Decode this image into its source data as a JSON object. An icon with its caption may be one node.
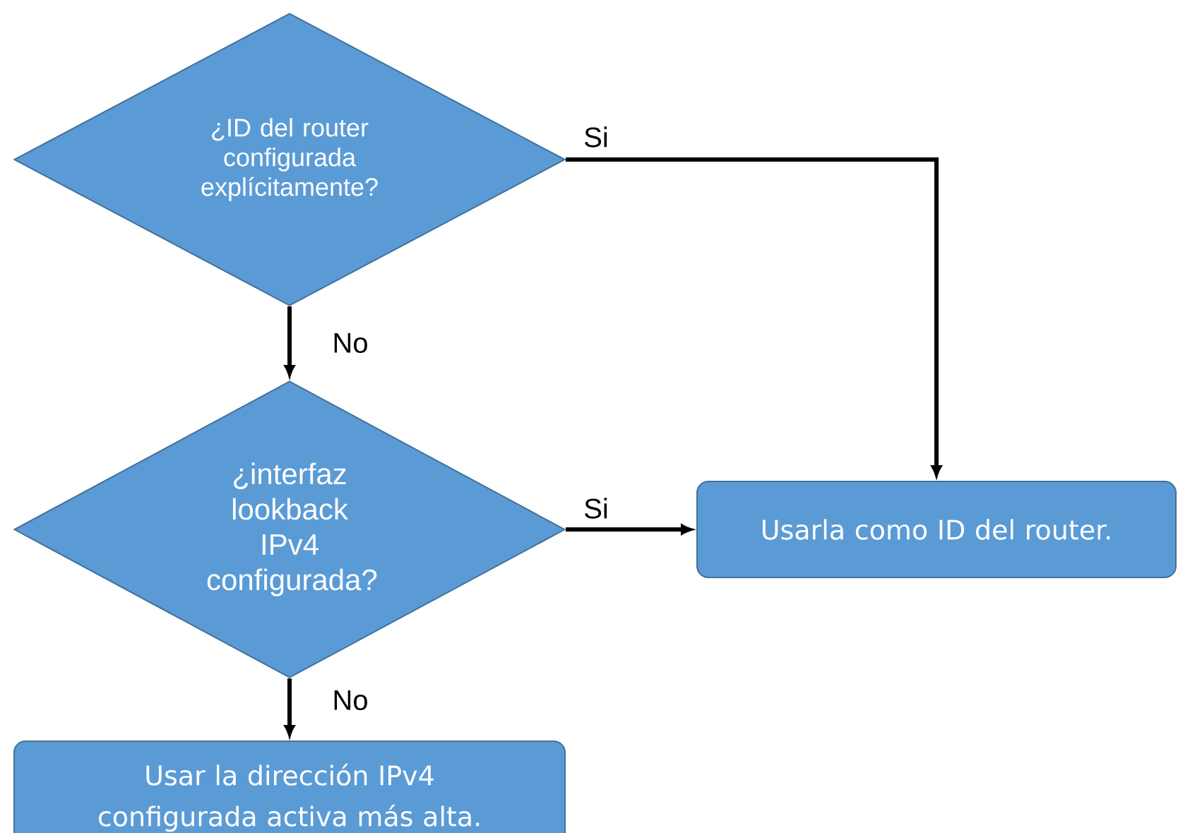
{
  "diagram": {
    "nodes": [
      {
        "text": [
          "¿ID del router configurada explícitamente?"
        ]
      },
      {
        "text": [
          "¿interfaz lookback IPv4 configurada?"
        ]
      },
      {
        "text": [
          "Usarla como ID del router."
        ]
      },
      {
        "text": [
          "Usar la dirección IPv4 configurada activa más alta."
        ]
      }
    ],
    "edges": [
      {
        "from": 0,
        "to": 2,
        "arrow": "to",
        "label": "Si"
      },
      {
        "from": 0,
        "to": 1,
        "arrow": "to",
        "label": "No"
      },
      {
        "from": 1,
        "to": 2,
        "arrow": "to",
        "label": "Si"
      },
      {
        "from": 1,
        "to": 3,
        "arrow": "to",
        "label": "No"
      }
    ]
  }
}
